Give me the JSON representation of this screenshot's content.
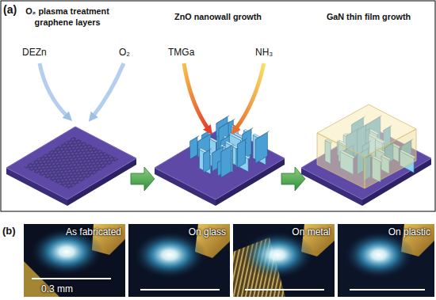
{
  "diagram": {
    "nodes": [
      {
        "text": [
          "O₂ plasma treatment graphene layers"
        ]
      },
      {
        "text": [
          "ZnO nanowall growth"
        ]
      },
      {
        "text": [
          "GaN thin film growth"
        ]
      },
      {
        "text": [
          "As fabricated",
          "0.3 mm"
        ]
      },
      {
        "text": [
          "On glass"
        ]
      },
      {
        "text": [
          "On metal"
        ]
      },
      {
        "text": [
          "On plastic"
        ]
      }
    ],
    "edges": [
      {
        "from": 0,
        "to": 1,
        "arrow": "to"
      },
      {
        "from": 1,
        "to": 2,
        "arrow": "to"
      }
    ],
    "labels": [
      "(a)",
      "DEZn",
      "O₂",
      "TMGa",
      "NH₃",
      "(b)"
    ]
  }
}
